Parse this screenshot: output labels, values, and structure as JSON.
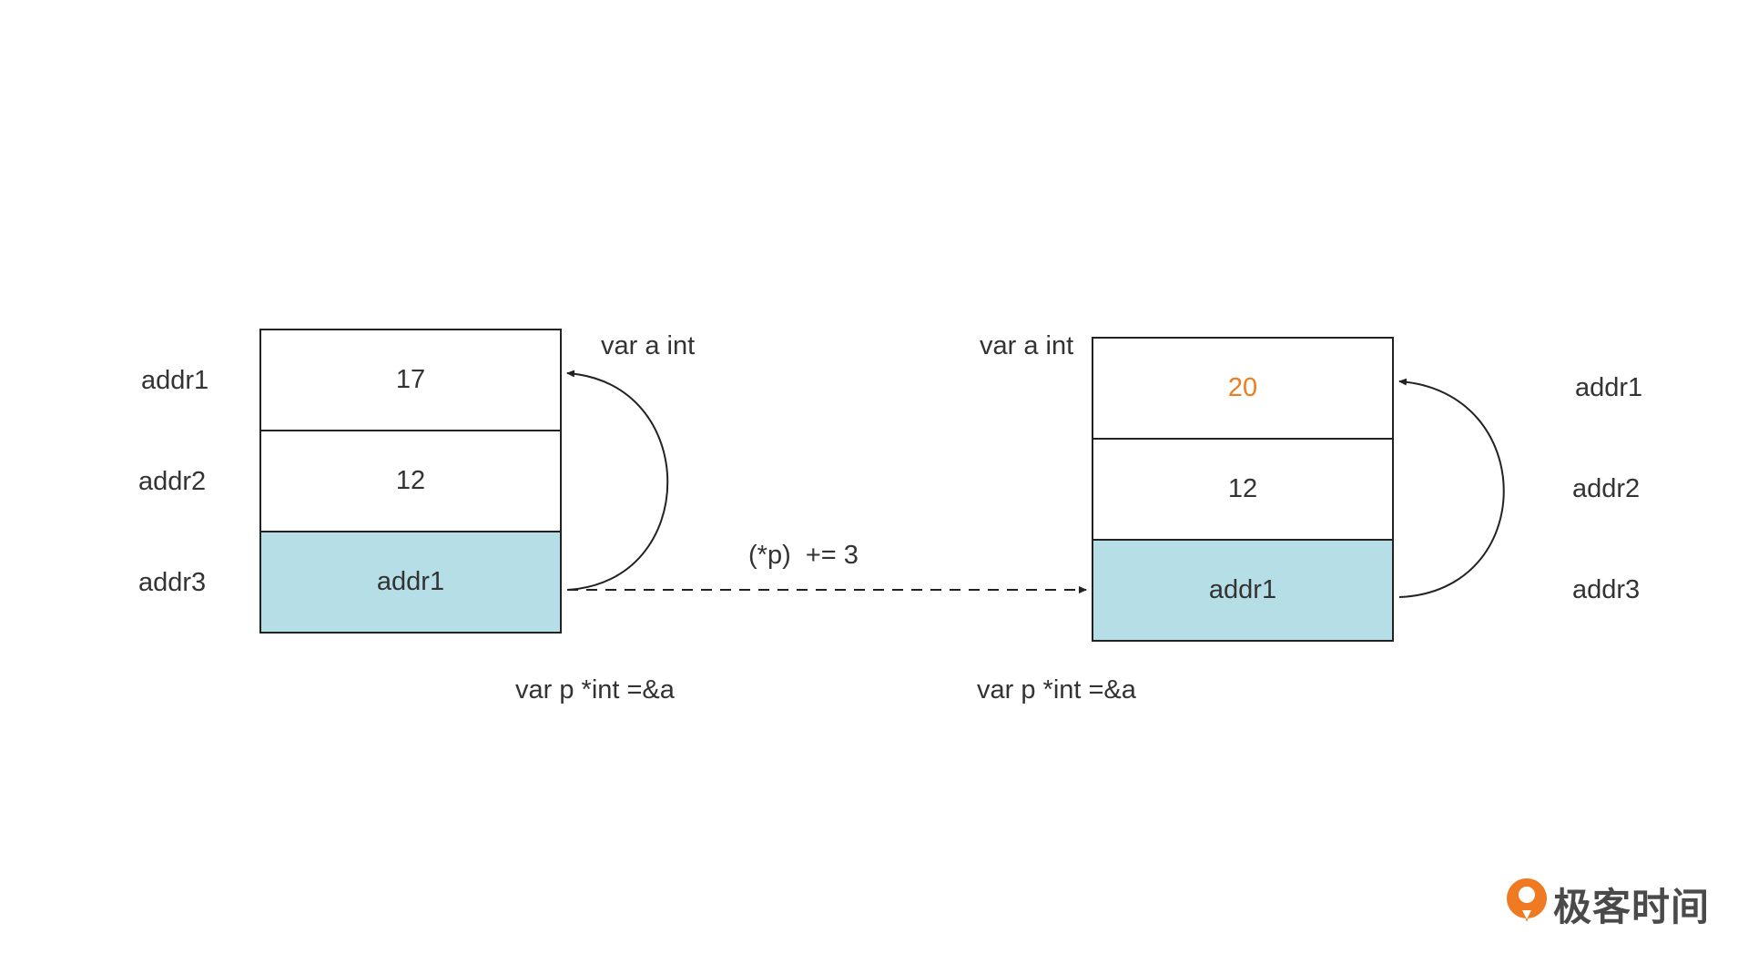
{
  "colors": {
    "pointer_cell": "#b6dee6",
    "border": "#222222",
    "highlight_value": "#ee7d1f",
    "text": "#333333",
    "logo_orange": "#f07a22"
  },
  "left": {
    "addr_labels": [
      "addr1",
      "addr2",
      "addr3"
    ],
    "cells": [
      "17",
      "12",
      "addr1"
    ],
    "var_a_label": "var a int",
    "var_p_label": "var p *int =&a"
  },
  "right": {
    "addr_labels": [
      "addr1",
      "addr2",
      "addr3"
    ],
    "cells": [
      "20",
      "12",
      "addr1"
    ],
    "var_a_label": "var a int",
    "var_p_label": "var p *int =&a"
  },
  "operation": "(*p)  += 3",
  "logo": {
    "text": "极客时间",
    "icon": "geektime-logo-icon"
  }
}
